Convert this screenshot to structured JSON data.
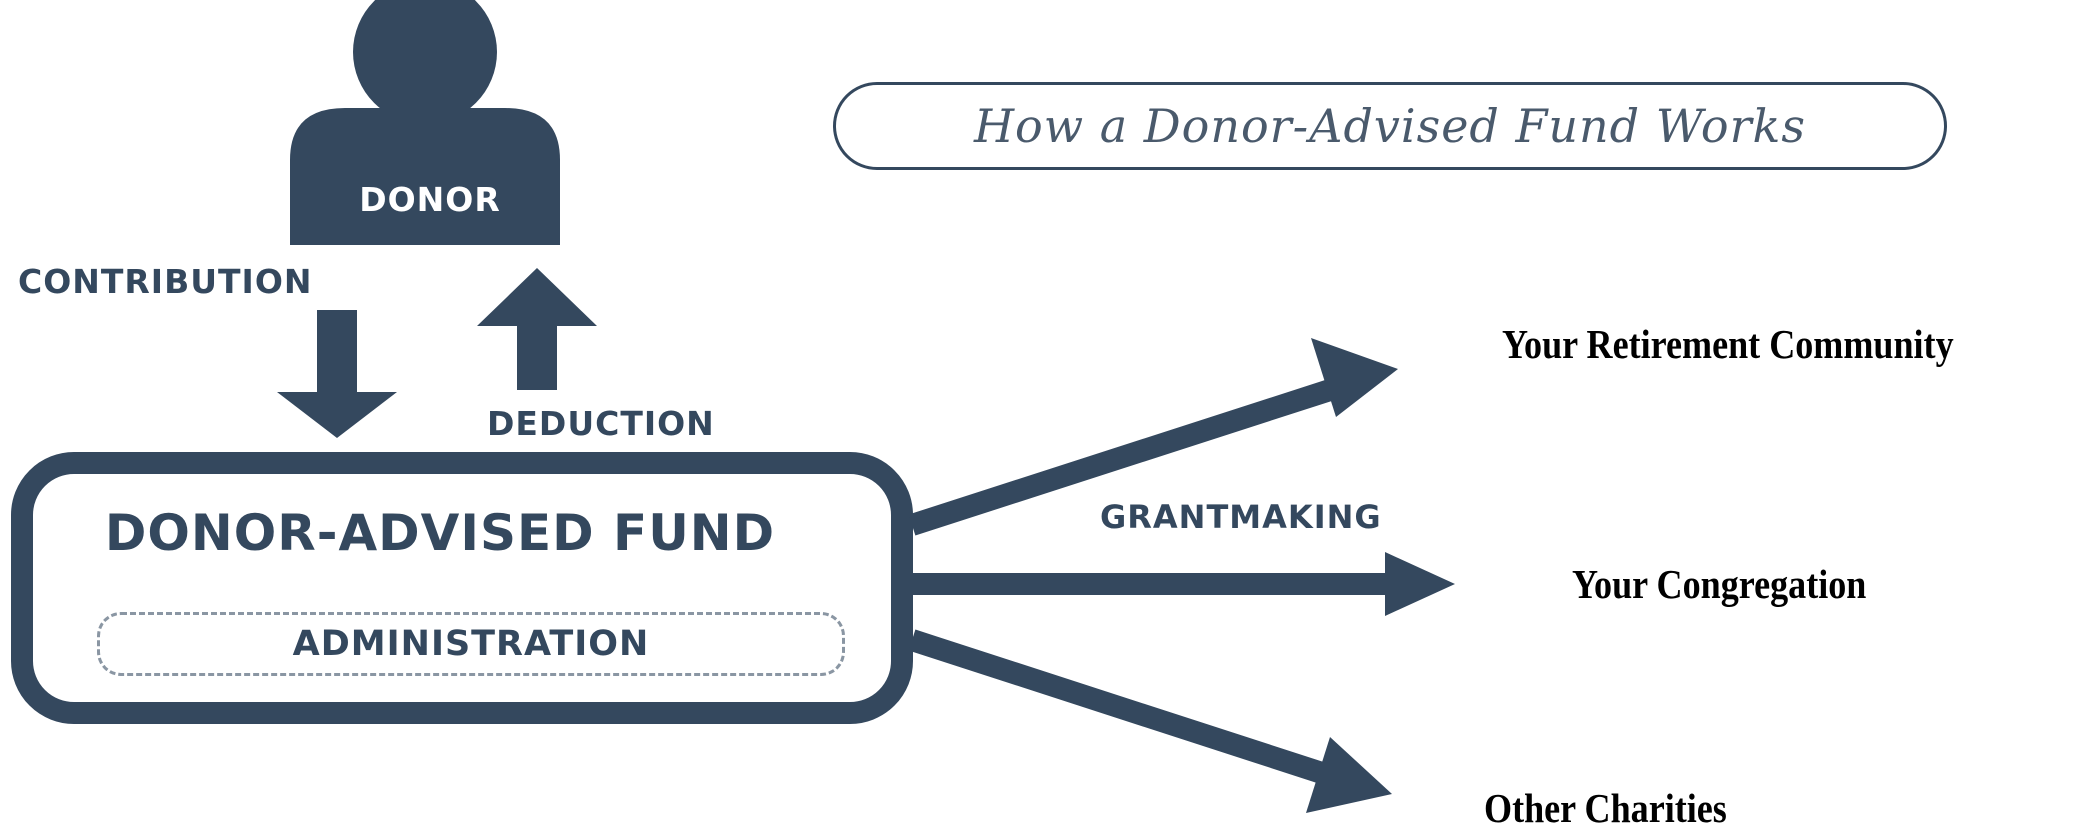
{
  "title": "How a Donor-Advised Fund Works",
  "donor_label": "DONOR",
  "contribution_label": "CONTRIBUTION",
  "deduction_label": "DEDUCTION",
  "grantmaking_label": "GRANTMAKING",
  "fund_title": "DONOR-ADVISED FUND",
  "administration_label": "ADMINISTRATION",
  "destinations": [
    "Your Retirement Community",
    "Your Congregation",
    "Other Charities"
  ],
  "colors": {
    "primary": "#34485e",
    "label_text": "#34485e",
    "title_text": "#4a5a6c",
    "destination_text": "#000000",
    "admin_border": "#8a96a3"
  }
}
